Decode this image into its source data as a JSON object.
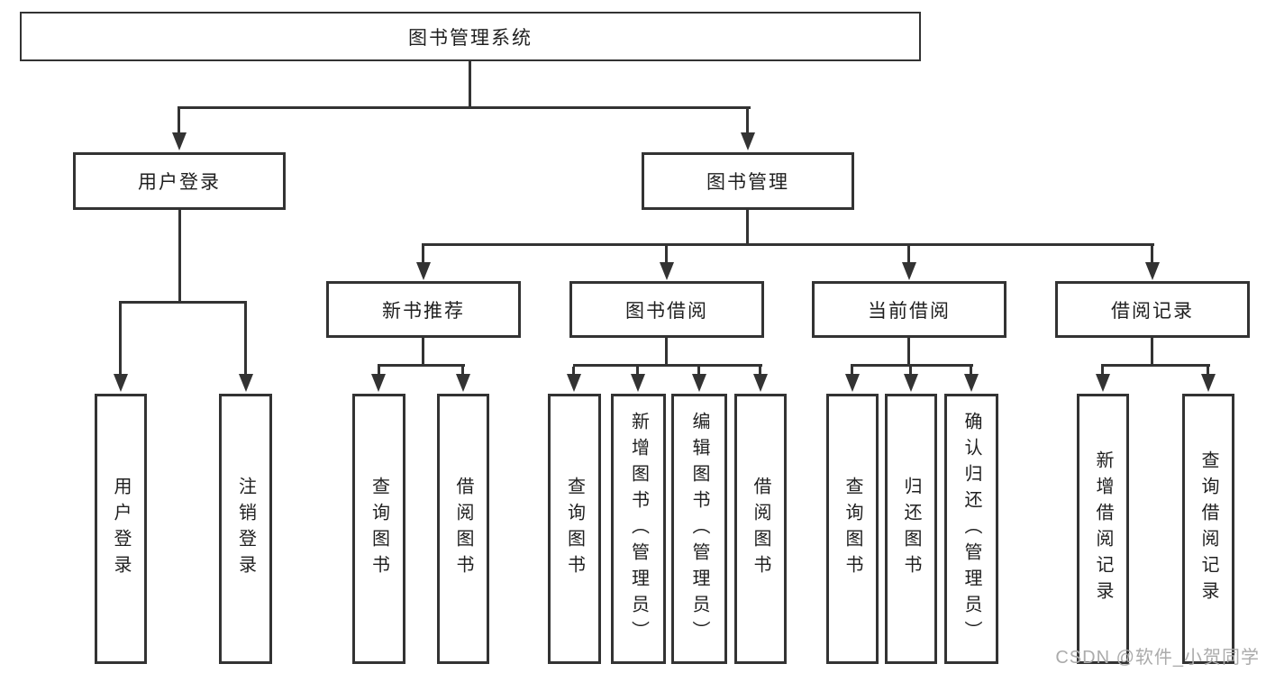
{
  "colors": {
    "line": "#333333",
    "text": "#1f1f1f",
    "bg": "#ffffff",
    "watermark": "#ababab"
  },
  "watermark": {
    "text": "CSDN @软件_小贺同学"
  },
  "tree": {
    "label": "图书管理系统",
    "children": [
      {
        "label": "用户登录",
        "children": [
          {
            "label": "用户登录"
          },
          {
            "label": "注销登录"
          }
        ]
      },
      {
        "label": "图书管理",
        "children": [
          {
            "label": "新书推荐",
            "children": [
              {
                "label": "查询图书"
              },
              {
                "label": "借阅图书"
              }
            ]
          },
          {
            "label": "图书借阅",
            "children": [
              {
                "label": "查询图书"
              },
              {
                "label": "新增图书（管理员）"
              },
              {
                "label": "编辑图书（管理员）"
              },
              {
                "label": "借阅图书"
              }
            ]
          },
          {
            "label": "当前借阅",
            "children": [
              {
                "label": "查询图书"
              },
              {
                "label": "归还图书"
              },
              {
                "label": "确认归还（管理员）"
              }
            ]
          },
          {
            "label": "借阅记录",
            "children": [
              {
                "label": "新增借阅记录"
              },
              {
                "label": "查询借阅记录"
              }
            ]
          }
        ]
      }
    ]
  }
}
